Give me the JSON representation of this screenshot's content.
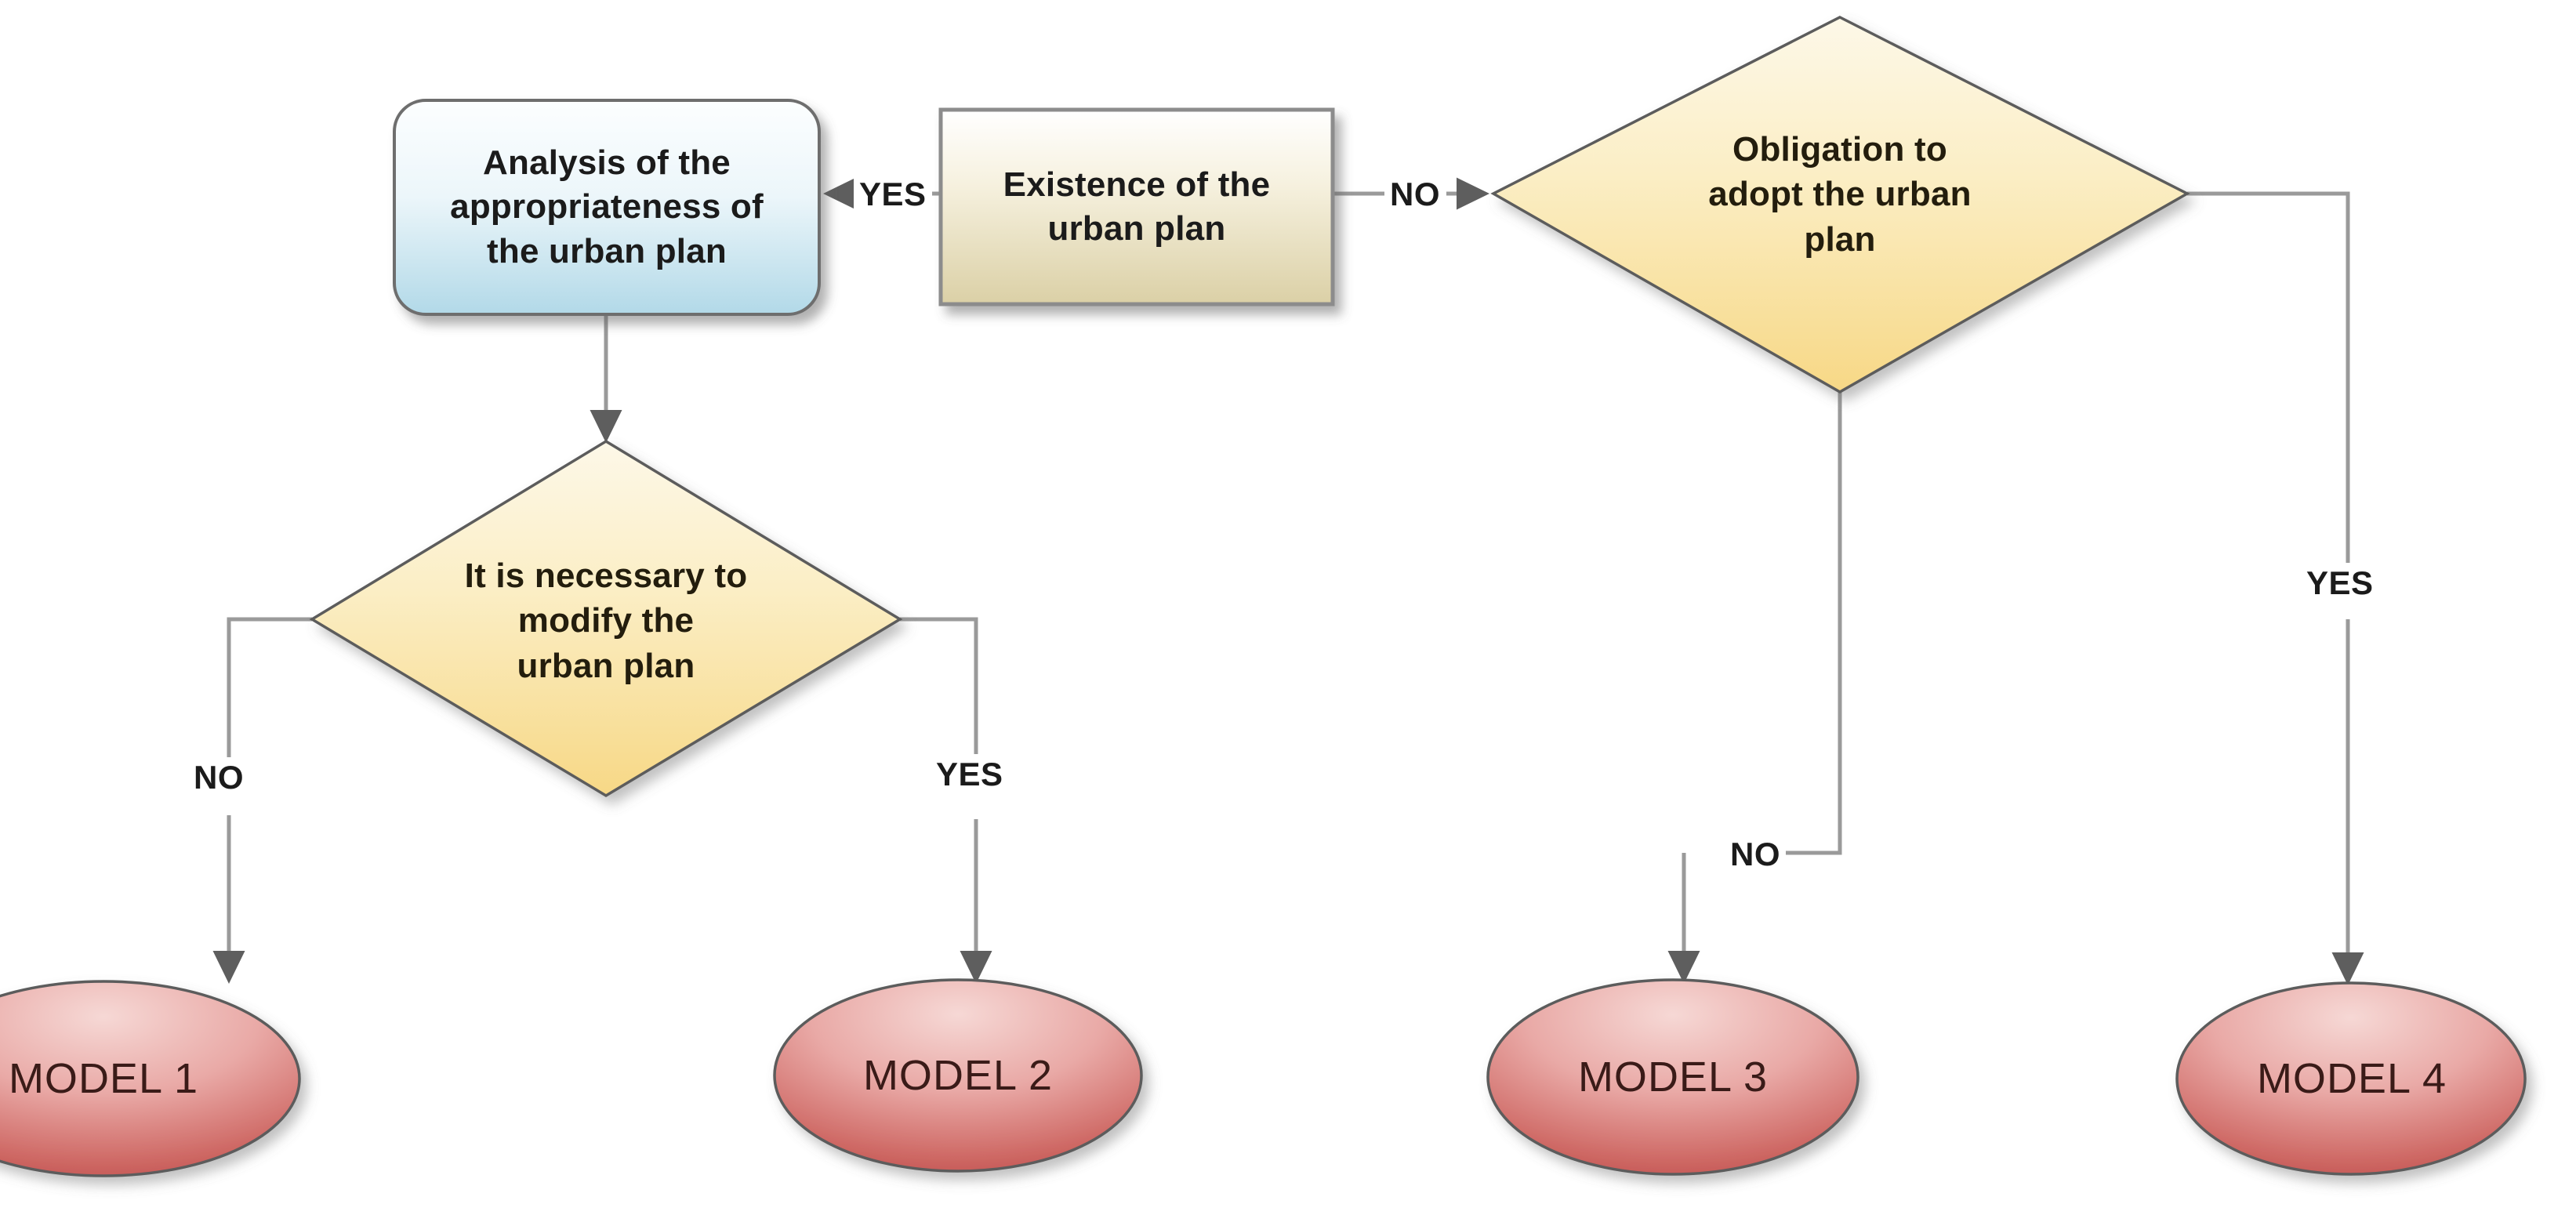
{
  "diagram": {
    "type": "flowchart",
    "title": "Urban plan decision flowchart",
    "background": "#ffffff",
    "palette": {
      "process_blue_top": "#fbfdfe",
      "process_blue_bottom": "#b4dae8",
      "process_cream_top": "#ffffff",
      "process_cream_bottom": "#ddd3ab",
      "decision_top": "#fdf7e4",
      "decision_bottom": "#f8dc91",
      "terminator_top": "#f3c7c4",
      "terminator_bottom": "#c84b4b",
      "connector_line": "#9a9a9a",
      "arrow_head": "#5e5e5e",
      "node_border": "#6b6b6b",
      "text_dark": "#1b1b1b"
    },
    "nodes": [
      {
        "id": "analysis",
        "shape": "rounded-rectangle",
        "label": "Analysis of the appropriateness of the urban plan",
        "lines": [
          "Analysis of the",
          "appropriateness of",
          "the urban plan"
        ]
      },
      {
        "id": "existence",
        "shape": "rectangle",
        "label": "Existence of the urban plan",
        "lines": [
          "Existence of the",
          "urban plan"
        ]
      },
      {
        "id": "obligation",
        "shape": "diamond",
        "label": "Obligation to adopt the urban plan",
        "lines": [
          "Obligation to",
          "adopt the urban",
          "plan"
        ]
      },
      {
        "id": "necessary",
        "shape": "diamond",
        "label": "It is necessary to modify the urban plan",
        "lines": [
          "It is necessary to",
          "modify the",
          "urban plan"
        ]
      },
      {
        "id": "model1",
        "shape": "ellipse",
        "label": "MODEL 1"
      },
      {
        "id": "model2",
        "shape": "ellipse",
        "label": "MODEL 2"
      },
      {
        "id": "model3",
        "shape": "ellipse",
        "label": "MODEL 3"
      },
      {
        "id": "model4",
        "shape": "ellipse",
        "label": "MODEL 4"
      }
    ],
    "edges": [
      {
        "id": "e1",
        "from": "existence",
        "to": "analysis",
        "label": "YES"
      },
      {
        "id": "e2",
        "from": "existence",
        "to": "obligation",
        "label": "NO"
      },
      {
        "id": "e3",
        "from": "analysis",
        "to": "necessary",
        "label": ""
      },
      {
        "id": "e4",
        "from": "necessary",
        "to": "model1",
        "label": "NO"
      },
      {
        "id": "e5",
        "from": "necessary",
        "to": "model2",
        "label": "YES"
      },
      {
        "id": "e6",
        "from": "obligation",
        "to": "model3",
        "label": "NO"
      },
      {
        "id": "e7",
        "from": "obligation",
        "to": "model4",
        "label": "YES"
      }
    ]
  }
}
